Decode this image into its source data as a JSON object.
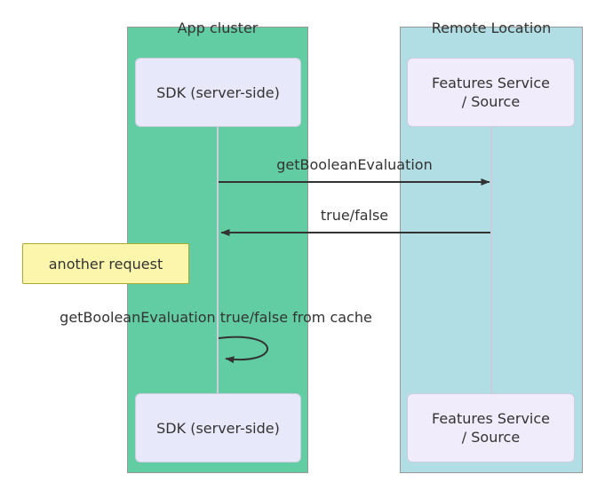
{
  "diagram": {
    "lanes": [
      {
        "title": "App cluster"
      },
      {
        "title": "Remote Location"
      }
    ],
    "participants": {
      "sdk_top": "SDK (server-side)",
      "sdk_bottom": "SDK (server-side)",
      "features_top": "Features Service\n/ Source",
      "features_bottom": "Features Service\n/ Source"
    },
    "messages": {
      "request": "getBooleanEvaluation",
      "response": "true/false",
      "cached": "getBooleanEvaluation true/false from cache"
    },
    "note": "another request"
  },
  "colors": {
    "app_lane_fill": "#62cda2",
    "remote_lane_fill": "#b0dee4",
    "lane_border": "#999999",
    "actor_fill_left": "#e8e8fb",
    "actor_fill_right": "#f0ecfb",
    "actor_border": "#ccccdd",
    "lifeline": "#ccccdd",
    "arrow": "#333333",
    "note_fill": "#fbf6ac",
    "note_border": "#aaaa33",
    "text": "#333333"
  }
}
